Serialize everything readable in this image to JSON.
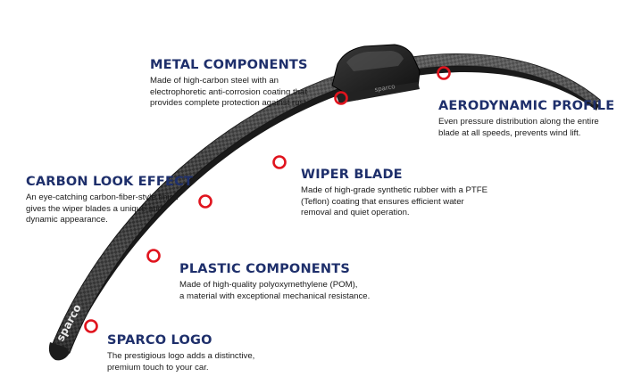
{
  "callouts": {
    "metal": {
      "title": "METAL COMPONENTS",
      "lines": [
        "Made of high-carbon steel with an",
        "electrophoretic anti-corrosion coating that",
        "provides complete protection against rust."
      ]
    },
    "aero": {
      "title": "AERODYNAMIC PROFILE",
      "lines": [
        "Even pressure distribution along the entire",
        "blade at all speeds, prevents wind lift."
      ]
    },
    "carbon": {
      "title": "CARBON LOOK EFFECT",
      "lines": [
        "An eye-catching carbon-fiber-style finish",
        "gives the wiper blades a unique and",
        "dynamic appearance."
      ]
    },
    "wiper": {
      "title": "WIPER BLADE",
      "lines": [
        "Made of high-grade synthetic rubber with a PTFE",
        "(Teflon) coating that ensures efficient water",
        "removal and quiet operation."
      ]
    },
    "plastic": {
      "title": "PLASTIC COMPONENTS",
      "lines": [
        "Made of high-quality polyoxymethylene (POM),",
        "a material with exceptional mechanical resistance."
      ]
    },
    "logo": {
      "title": "SPARCO LOGO",
      "lines": [
        "The prestigious logo adds a distinctive,",
        "premium touch to your car."
      ]
    }
  },
  "blade": {
    "logo_text": "sparco",
    "connector_text": "sparco",
    "marker_color": "#e0141e",
    "title_color": "#1e2f6b"
  }
}
